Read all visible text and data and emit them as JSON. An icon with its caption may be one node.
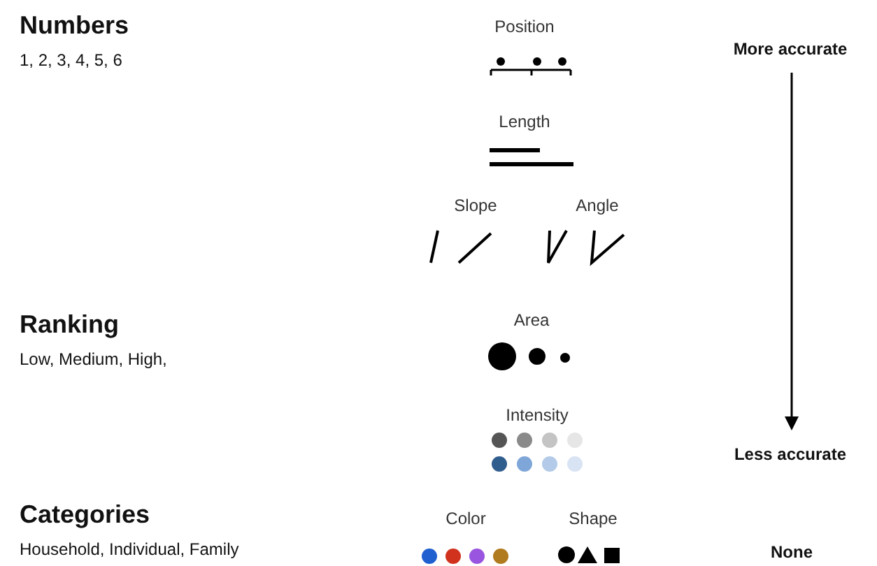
{
  "diagram": {
    "labels": [
      "Numbers",
      "1, 2, 3, 4, 5, 6",
      "Position",
      "More accurate",
      "Length",
      "Slope",
      "Angle",
      "Ranking",
      "Low, Medium, High,",
      "Area",
      "Intensity",
      "Less accurate",
      "Categories",
      "Household, Individual, Family",
      "Color",
      "Shape",
      "None"
    ]
  }
}
